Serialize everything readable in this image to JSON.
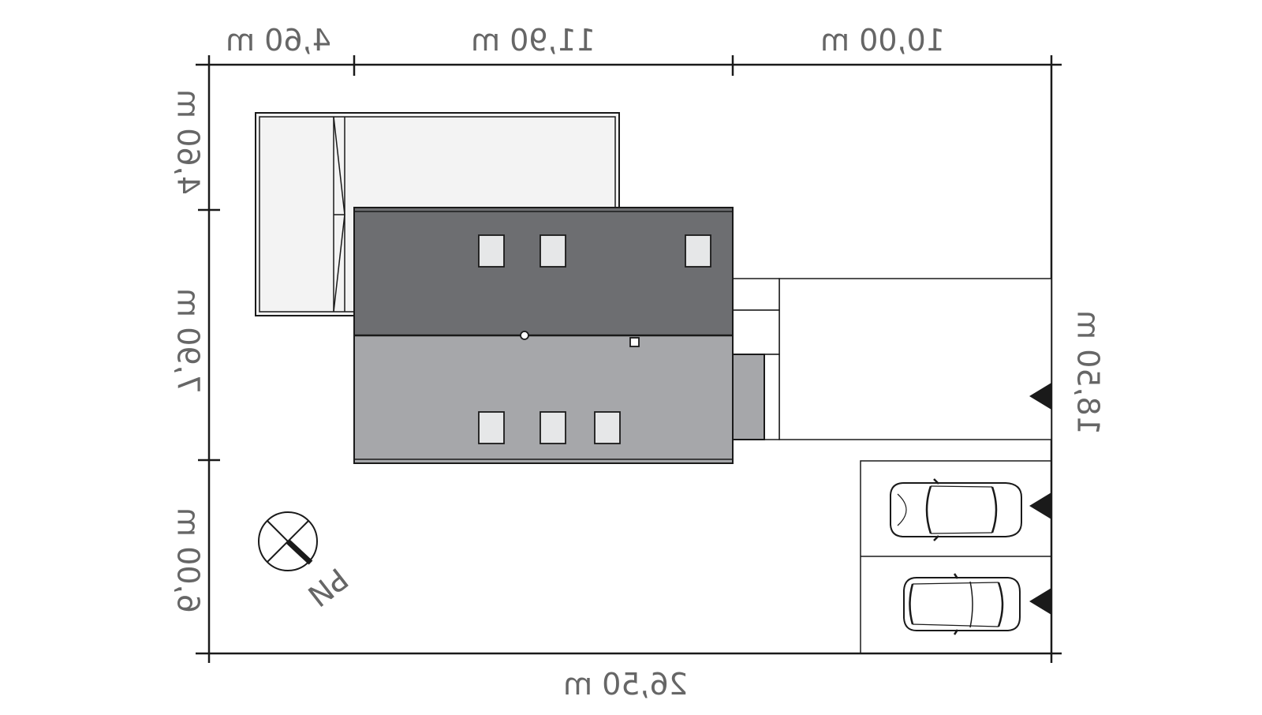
{
  "dimensions": {
    "top": [
      "4,60 m",
      "11,90 m",
      "10,00 m"
    ],
    "left": [
      "4,60 m",
      "7,90 m",
      "6,00 m"
    ],
    "right": "18,50 m",
    "bottom": "26,50 m"
  },
  "compass_label": "PN",
  "colors": {
    "roof_dark": "#6d6e71",
    "roof_light": "#a6a7aa",
    "extension": "#f3f3f3",
    "window": "#e6e7e8",
    "line": "#1a1a1a",
    "text": "#666666"
  }
}
